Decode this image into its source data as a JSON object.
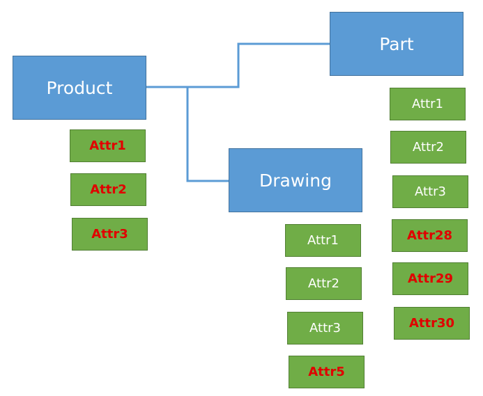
{
  "colors": {
    "entity_fill": "#5b9bd5",
    "attribute_fill": "#70ad47",
    "connector": "#5b9bd5",
    "highlight_text": "#e00000",
    "normal_text": "#ffffff"
  },
  "entities": {
    "product": {
      "label": "Product",
      "attributes": [
        {
          "label": "Attr1",
          "highlighted": true
        },
        {
          "label": "Attr2",
          "highlighted": true
        },
        {
          "label": "Attr3",
          "highlighted": true
        }
      ]
    },
    "part": {
      "label": "Part",
      "attributes": [
        {
          "label": "Attr1",
          "highlighted": false
        },
        {
          "label": "Attr2",
          "highlighted": false
        },
        {
          "label": "Attr3",
          "highlighted": false
        },
        {
          "label": "Attr28",
          "highlighted": true
        },
        {
          "label": "Attr29",
          "highlighted": true
        },
        {
          "label": "Attr30",
          "highlighted": true
        }
      ]
    },
    "drawing": {
      "label": "Drawing",
      "attributes": [
        {
          "label": "Attr1",
          "highlighted": false
        },
        {
          "label": "Attr2",
          "highlighted": false
        },
        {
          "label": "Attr3",
          "highlighted": false
        },
        {
          "label": "Attr5",
          "highlighted": true
        }
      ]
    }
  },
  "connections": [
    {
      "from": "Product",
      "to": "Part"
    },
    {
      "from": "Product",
      "to": "Drawing"
    }
  ]
}
